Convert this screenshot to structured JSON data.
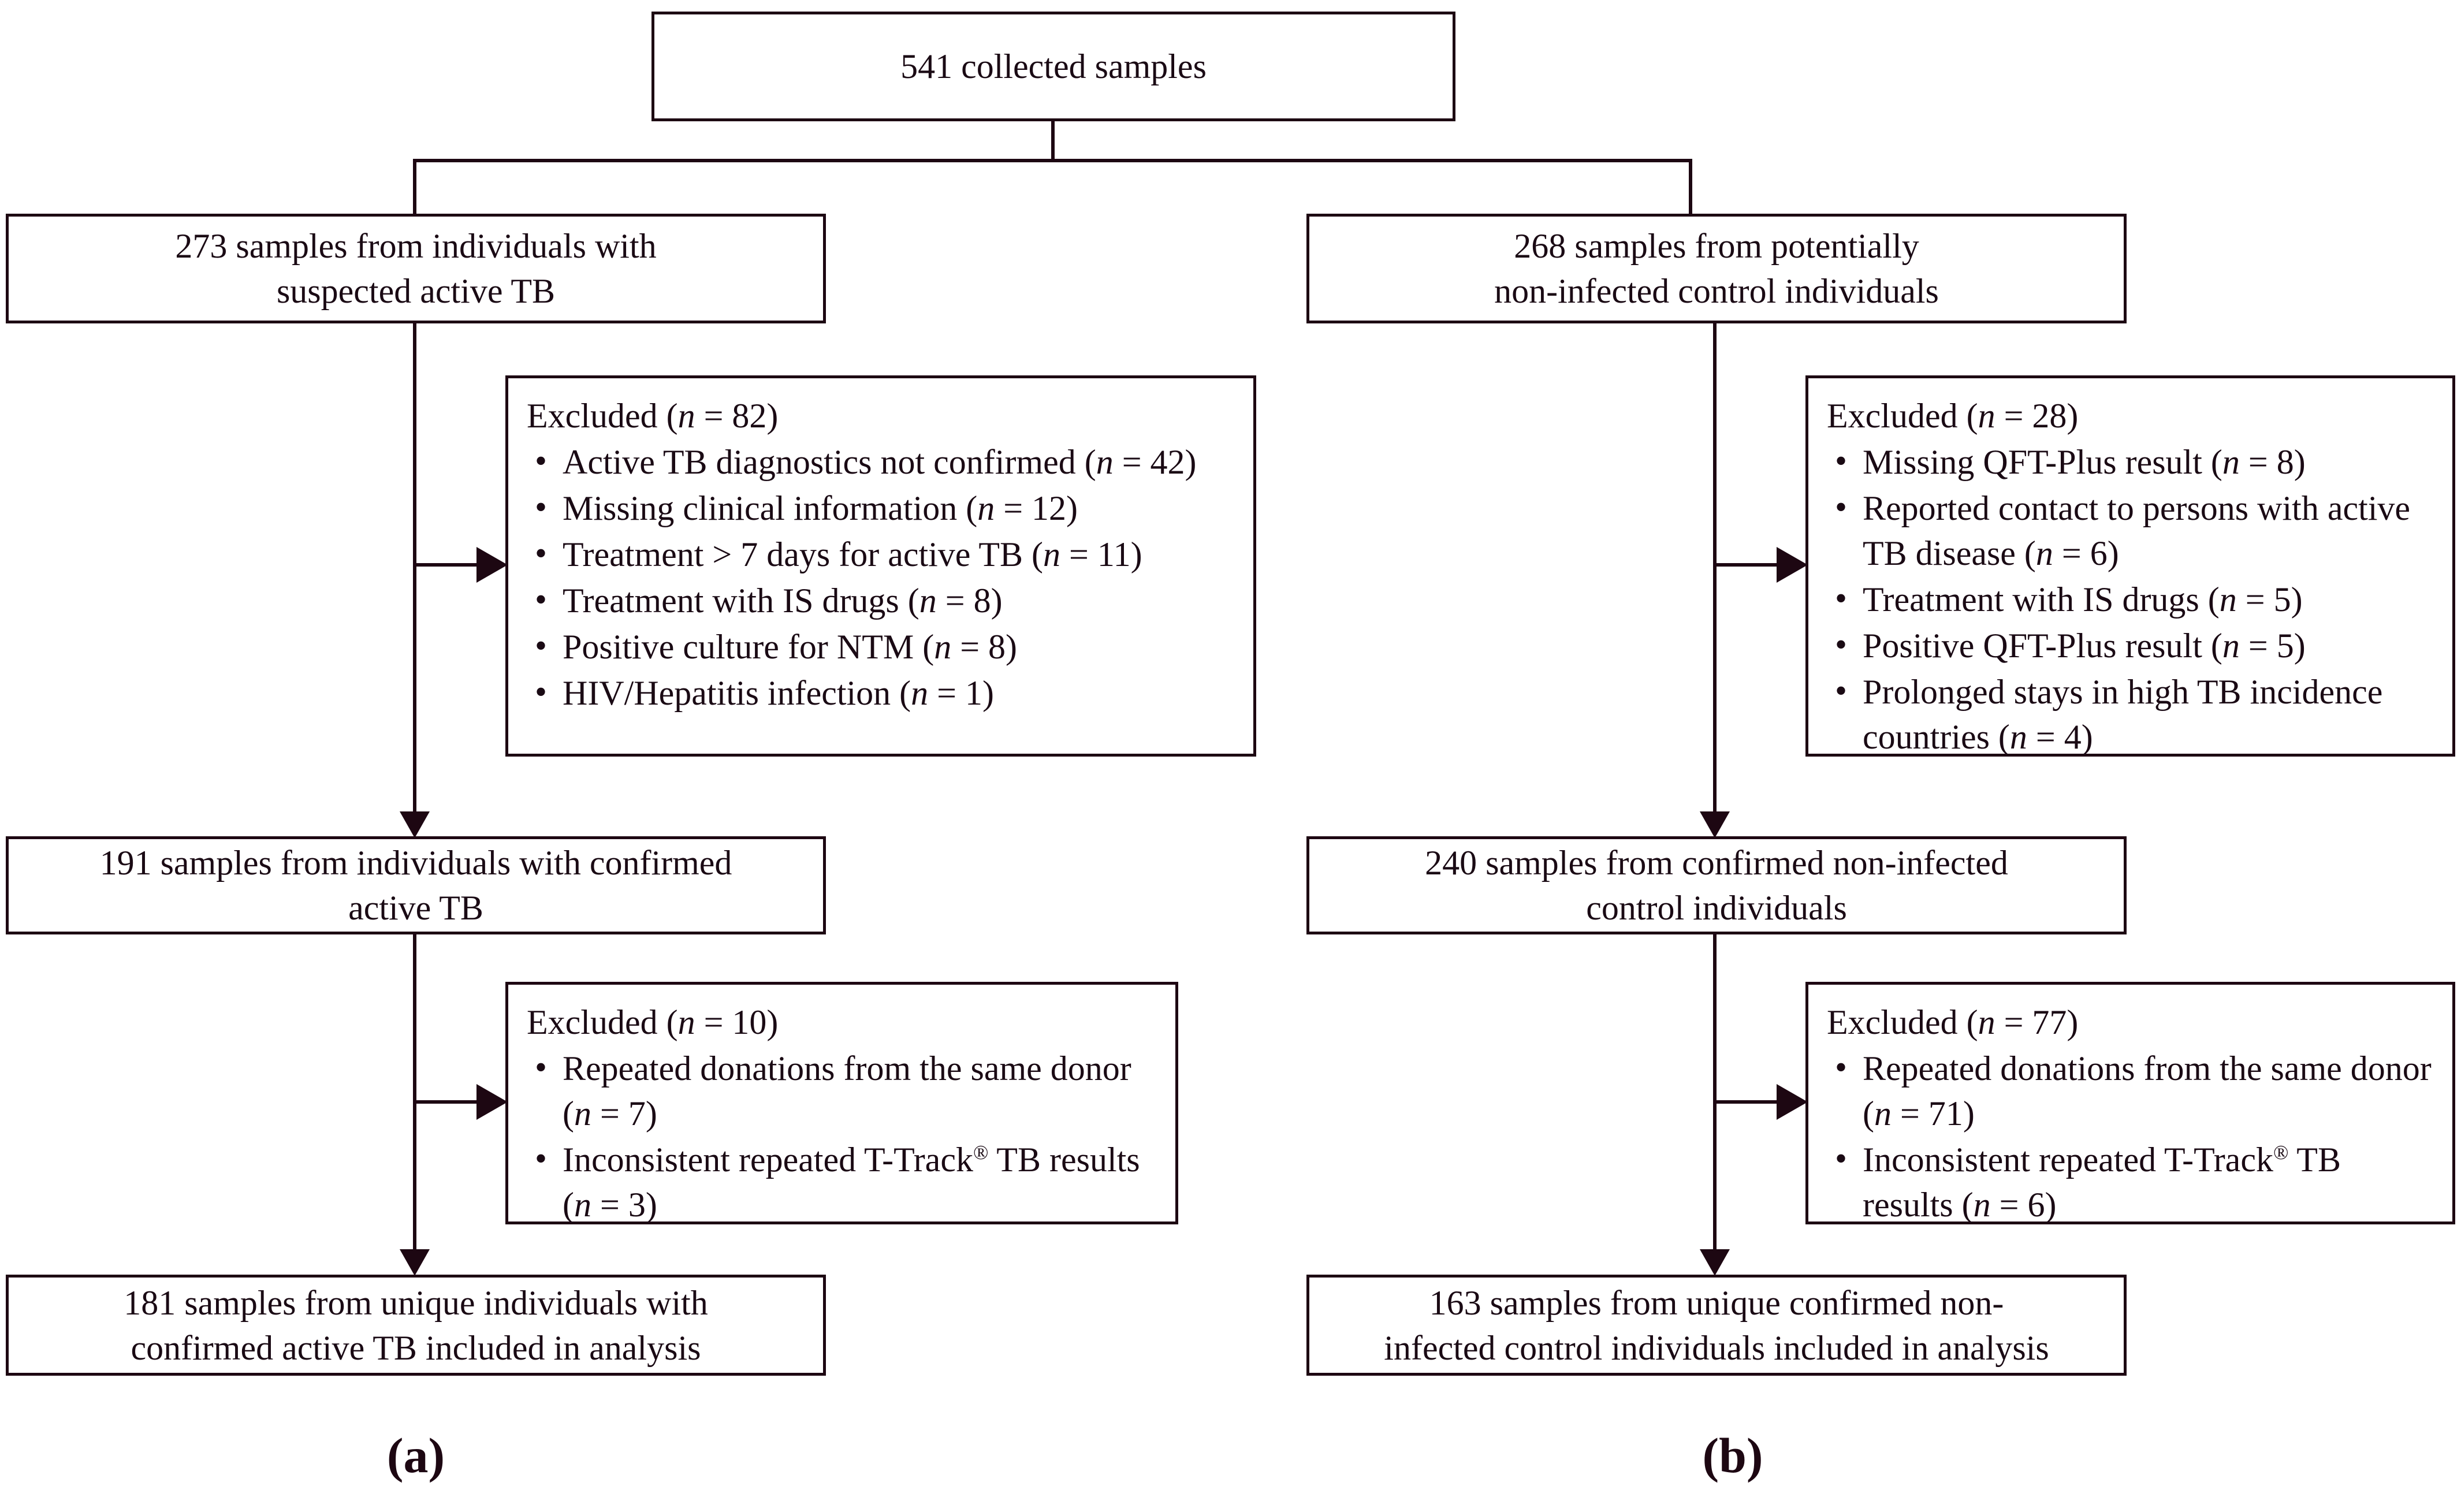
{
  "figure": {
    "type": "flowchart",
    "description": "Participant flow (CONSORT-style) diagram with two panels",
    "panels": [
      {
        "label": "(a)",
        "nodes": {
          "level1": "273 samples from individuals with suspected active TB",
          "level2": "191 samples from individuals with confirmed active TB",
          "level3": "181 samples from unique individuals with confirmed active TB included in analysis"
        },
        "exclusions": [
          {
            "heading_prefix": "Excluded (",
            "heading_n": "n",
            "heading_eq": " = ",
            "heading_value": "82",
            "heading_suffix": ")",
            "items": [
              {
                "text_before": "Active TB diagnostics not confirmed (",
                "n": "n",
                "eq": " = ",
                "value": "42",
                "text_after": ")"
              },
              {
                "text_before": "Missing clinical information (",
                "n": "n",
                "eq": " = ",
                "value": "12",
                "text_after": ")"
              },
              {
                "text_before": "Treatment > 7 days for active TB (",
                "n": "n",
                "eq": " = ",
                "value": "11",
                "text_after": ")"
              },
              {
                "text_before": "Treatment with IS drugs (",
                "n": "n",
                "eq": " = ",
                "value": "8",
                "text_after": ")"
              },
              {
                "text_before": "Positive culture for NTM (",
                "n": "n",
                "eq": " = ",
                "value": "8",
                "text_after": ")"
              },
              {
                "text_before": "HIV/Hepatitis infection (",
                "n": "n",
                "eq": " = ",
                "value": "1",
                "text_after": ")"
              }
            ]
          },
          {
            "heading_prefix": "Excluded (",
            "heading_n": "n",
            "heading_eq": " = ",
            "heading_value": "10",
            "heading_suffix": ")",
            "items": [
              {
                "text_before": "Repeated donations from the same donor (",
                "n": "n",
                "eq": " = ",
                "value": "7",
                "text_after": ")"
              },
              {
                "text_before": "Inconsistent repeated T-Track® TB results (",
                "n": "n",
                "eq": " = ",
                "value": "3",
                "text_after": ")"
              }
            ]
          }
        ]
      },
      {
        "label": "(b)",
        "nodes": {
          "level1": "268 samples from potentially non-infected control individuals",
          "level2": "240 samples from confirmed non-infected control individuals",
          "level3": "163 samples from unique confirmed non-infected control individuals included in analysis"
        },
        "exclusions": [
          {
            "heading_prefix": "Excluded (",
            "heading_n": "n",
            "heading_eq": " = ",
            "heading_value": "28",
            "heading_suffix": ")",
            "items": [
              {
                "text_before": "Missing QFT-Plus result (",
                "n": "n",
                "eq": " = ",
                "value": "8",
                "text_after": ")"
              },
              {
                "text_before": "Reported contact to persons with active TB disease (",
                "n": "n",
                "eq": " = ",
                "value": "6",
                "text_after": ")"
              },
              {
                "text_before": "Treatment with IS drugs (",
                "n": "n",
                "eq": " = ",
                "value": "5",
                "text_after": ")"
              },
              {
                "text_before": "Positive QFT-Plus result (",
                "n": "n",
                "eq": " = ",
                "value": "5",
                "text_after": ")"
              },
              {
                "text_before": "Prolonged stays in high TB incidence countries (",
                "n": "n",
                "eq": " = ",
                "value": "4",
                "text_after": ")"
              }
            ]
          },
          {
            "heading_prefix": "Excluded (",
            "heading_n": "n",
            "heading_eq": " = ",
            "heading_value": "77",
            "heading_suffix": ")",
            "items": [
              {
                "text_before": "Repeated donations from the same donor (",
                "n": "n",
                "eq": " = ",
                "value": "71",
                "text_after": ")"
              },
              {
                "text_before": "Inconsistent repeated T-Track® TB results (",
                "n": "n",
                "eq": " = ",
                "value": "6",
                "text_after": ")"
              }
            ]
          }
        ]
      }
    ]
  },
  "root": {
    "label": "541 collected samples",
    "count": 541
  },
  "boxes": {
    "root": "541 collected samples",
    "a_level1_line1": "273 samples from individuals with",
    "a_level1_line2": "suspected active TB",
    "b_level1_line1": "268 samples from potentially",
    "b_level1_line2": "non-infected control individuals",
    "a_level2_line1": "191 samples from individuals with confirmed",
    "a_level2_line2": "active TB",
    "b_level2_line1": "240 samples from confirmed non-infected",
    "b_level2_line2": "control individuals",
    "a_level3_line1": "181 samples from unique individuals with",
    "a_level3_line2": "confirmed active TB included in analysis",
    "b_level3_line1": "163 samples from unique confirmed non-",
    "b_level3_line2": "infected control individuals included in analysis"
  },
  "excl_a1": {
    "head_pre": "Excluded (",
    "head_n": "n",
    "head_post": " = 82)",
    "i0_pre": "Active TB diagnostics not confirmed (",
    "i0_n": "n",
    "i0_post": " = 42)",
    "i1_pre": "Missing clinical information (",
    "i1_n": "n",
    "i1_post": " = 12)",
    "i2_pre": "Treatment > 7 days for active TB (",
    "i2_n": "n",
    "i2_post": " = 11)",
    "i3_pre": "Treatment with IS drugs (",
    "i3_n": "n",
    "i3_post": " = 8)",
    "i4_pre": "Positive culture for NTM (",
    "i4_n": "n",
    "i4_post": " = 8)",
    "i5_pre": "HIV/Hepatitis infection (",
    "i5_n": "n",
    "i5_post": " = 1)"
  },
  "excl_b1": {
    "head_pre": "Excluded (",
    "head_n": "n",
    "head_post": " = 28)",
    "i0_pre": "Missing QFT-Plus result (",
    "i0_n": "n",
    "i0_post": " = 8)",
    "i1_pre": "Reported contact to persons with active TB disease (",
    "i1_n": "n",
    "i1_post": " = 6)",
    "i2_pre": "Treatment with IS drugs (",
    "i2_n": "n",
    "i2_post": " = 5)",
    "i3_pre": "Positive QFT-Plus result (",
    "i3_n": "n",
    "i3_post": " = 5)",
    "i4_pre": "Prolonged stays in high TB incidence countries (",
    "i4_n": "n",
    "i4_post": " = 4)"
  },
  "excl_a2": {
    "head_pre": "Excluded (",
    "head_n": "n",
    "head_post": " = 10)",
    "i0_pre": "Repeated donations from the same donor (",
    "i0_n": "n",
    "i0_post": " = 7)",
    "i1_pre": "Inconsistent repeated T-Track",
    "i1_sup": "®",
    "i1_mid": " TB results (",
    "i1_n": "n",
    "i1_post": " = 3)"
  },
  "excl_b2": {
    "head_pre": "Excluded (",
    "head_n": "n",
    "head_post": " = 77)",
    "i0_pre": "Repeated donations from the same donor (",
    "i0_n": "n",
    "i0_post": " = 71)",
    "i1_pre": "Inconsistent repeated T-Track",
    "i1_sup": "®",
    "i1_mid": " TB results (",
    "i1_n": "n",
    "i1_post": " = 6)"
  },
  "labels": {
    "panel_a": "(a)",
    "panel_b": "(b)"
  },
  "colors": {
    "stroke": "#1d0712",
    "background": "#ffffff",
    "text": "#1a0a14"
  }
}
